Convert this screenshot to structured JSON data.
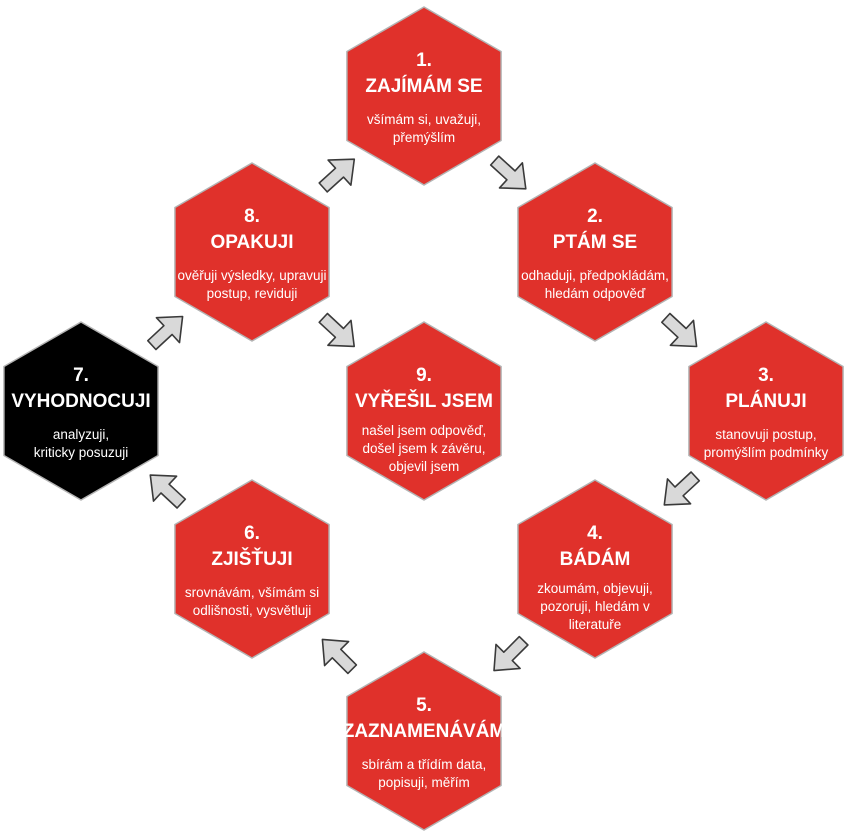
{
  "colors": {
    "step_fill": "#e0312b",
    "highlight_fill": "#000000",
    "text": "#ffffff",
    "arrow_fill": "#d9d9d9",
    "arrow_stroke": "#3a3a3a"
  },
  "steps": [
    {
      "number": "1.",
      "title": "ZAJÍMÁM SE",
      "lines": [
        "všímám si, uvažuji,",
        "přemýšlím"
      ],
      "highlight": false
    },
    {
      "number": "2.",
      "title": "PTÁM SE",
      "lines": [
        "odhaduji, předpokládám,",
        "hledám odpověď"
      ],
      "highlight": false
    },
    {
      "number": "3.",
      "title": "PLÁNUJI",
      "lines": [
        "stanovuji postup,",
        "promýšlím podmínky"
      ],
      "highlight": false
    },
    {
      "number": "4.",
      "title": "BÁDÁM",
      "lines": [
        "zkoumám, objevuji,",
        "pozoruji, hledám v",
        "literatuře"
      ],
      "highlight": false
    },
    {
      "number": "5.",
      "title": "ZAZNAMENÁVÁM",
      "lines": [
        "sbírám a třídím data,",
        "popisuji, měřím"
      ],
      "highlight": false
    },
    {
      "number": "6.",
      "title": "ZJIŠŤUJI",
      "lines": [
        "srovnávám, všímám si",
        "odlišnosti, vysvětluji"
      ],
      "highlight": false
    },
    {
      "number": "7.",
      "title": "VYHODNOCUJI",
      "lines": [
        "analyzuji,",
        "kriticky posuzuji"
      ],
      "highlight": true
    },
    {
      "number": "8.",
      "title": "OPAKUJI",
      "lines": [
        "ověřuji výsledky, upravuji",
        "postup, reviduji"
      ],
      "highlight": false
    },
    {
      "number": "9.",
      "title": "VYŘEŠIL JSEM",
      "lines": [
        "našel jsem odpověď,",
        "došel jsem k závěru,",
        "objevil jsem"
      ],
      "highlight": false
    }
  ],
  "connections": [
    {
      "from": 1,
      "to": 2
    },
    {
      "from": 2,
      "to": 3
    },
    {
      "from": 3,
      "to": 4
    },
    {
      "from": 4,
      "to": 5
    },
    {
      "from": 5,
      "to": 6
    },
    {
      "from": 6,
      "to": 7
    },
    {
      "from": 7,
      "to": 8
    },
    {
      "from": 8,
      "to": 1
    },
    {
      "from": 8,
      "to": 9
    }
  ]
}
